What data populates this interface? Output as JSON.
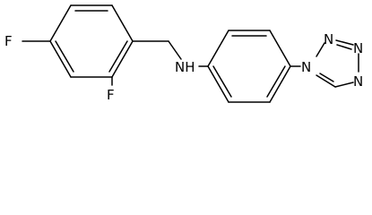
{
  "molecule": {
    "atoms": {
      "f_left": "F",
      "f_bottom": "F",
      "amine": "NH",
      "tz_n1": "N",
      "tz_n2": "N",
      "tz_n3": "N",
      "tz_n4": "N"
    },
    "colors": {
      "bond": "#000000",
      "label": "#000000",
      "background": "#ffffff"
    }
  }
}
